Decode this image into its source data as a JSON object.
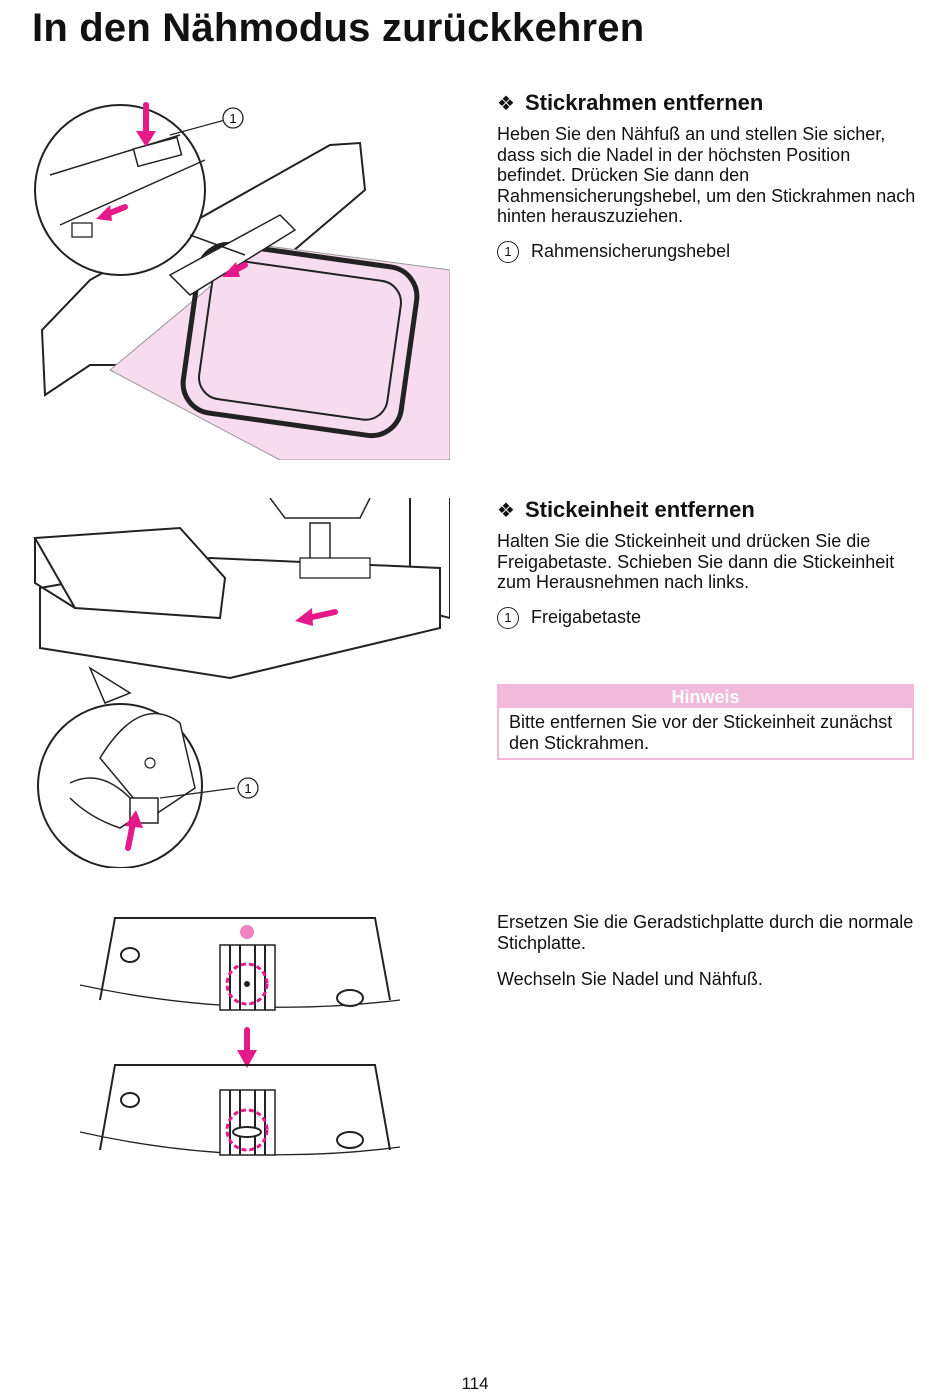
{
  "page": {
    "title": "In den Nähmodus zurückkehren",
    "page_number": "114"
  },
  "section1": {
    "heading": "Stickrahmen entfernen",
    "bullet": "❖",
    "paragraph": "Heben Sie den Nähfuß an und stellen Sie sicher, dass sich die Nadel in der höchsten Position befindet. Drücken Sie dann den Rahmensicherungshebel, um den Stickrahmen nach hinten herauszuziehen.",
    "callout_number": "1",
    "callout_label": "Rahmensicherungshebel"
  },
  "section2": {
    "heading": "Stickeinheit entfernen",
    "bullet": "❖",
    "paragraph": "Halten Sie die Stickeinheit und drücken Sie die Freigabetaste. Schieben Sie dann die Stickeinheit zum Herausnehmen nach links.",
    "callout_number": "1",
    "callout_label": "Freigabetaste"
  },
  "note": {
    "header": "Hinweis",
    "text": "Bitte entfernen Sie vor der Stickeinheit zunächst den Stickrahmen."
  },
  "section3": {
    "paragraph1": "Ersetzen Sie die Geradstichplatte durch die normale Stichplatte.",
    "paragraph2": "Wechseln Sie Nadel und Nähfuß."
  },
  "figures": {
    "fig1_callout": "1",
    "fig2_callout": "1"
  },
  "colors": {
    "accent": "#e6198a",
    "fabric": "#f7dbee",
    "note_border": "#f2b9da"
  }
}
